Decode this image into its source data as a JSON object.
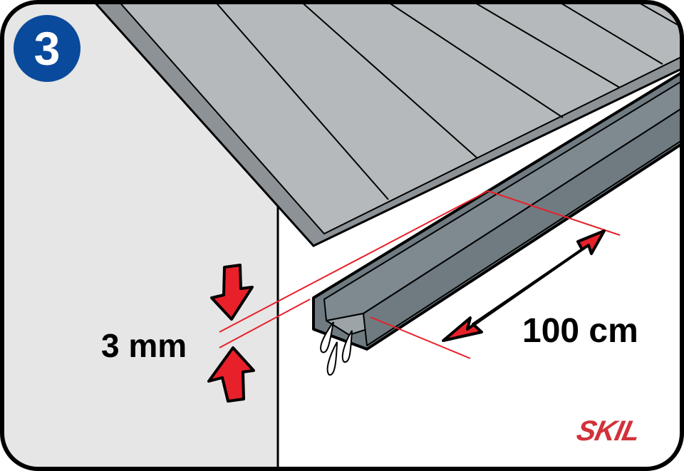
{
  "step_number": "3",
  "gap_label": "3 mm",
  "length_label": "100 cm",
  "brand": "SKIL",
  "colors": {
    "accent_red": "#e8202a",
    "badge_blue": "#0a4a9c",
    "roof": "#b5b9bb",
    "channel": "#6f7b81",
    "wall": "#e6e6e6",
    "logo_red": "#d2323a"
  }
}
